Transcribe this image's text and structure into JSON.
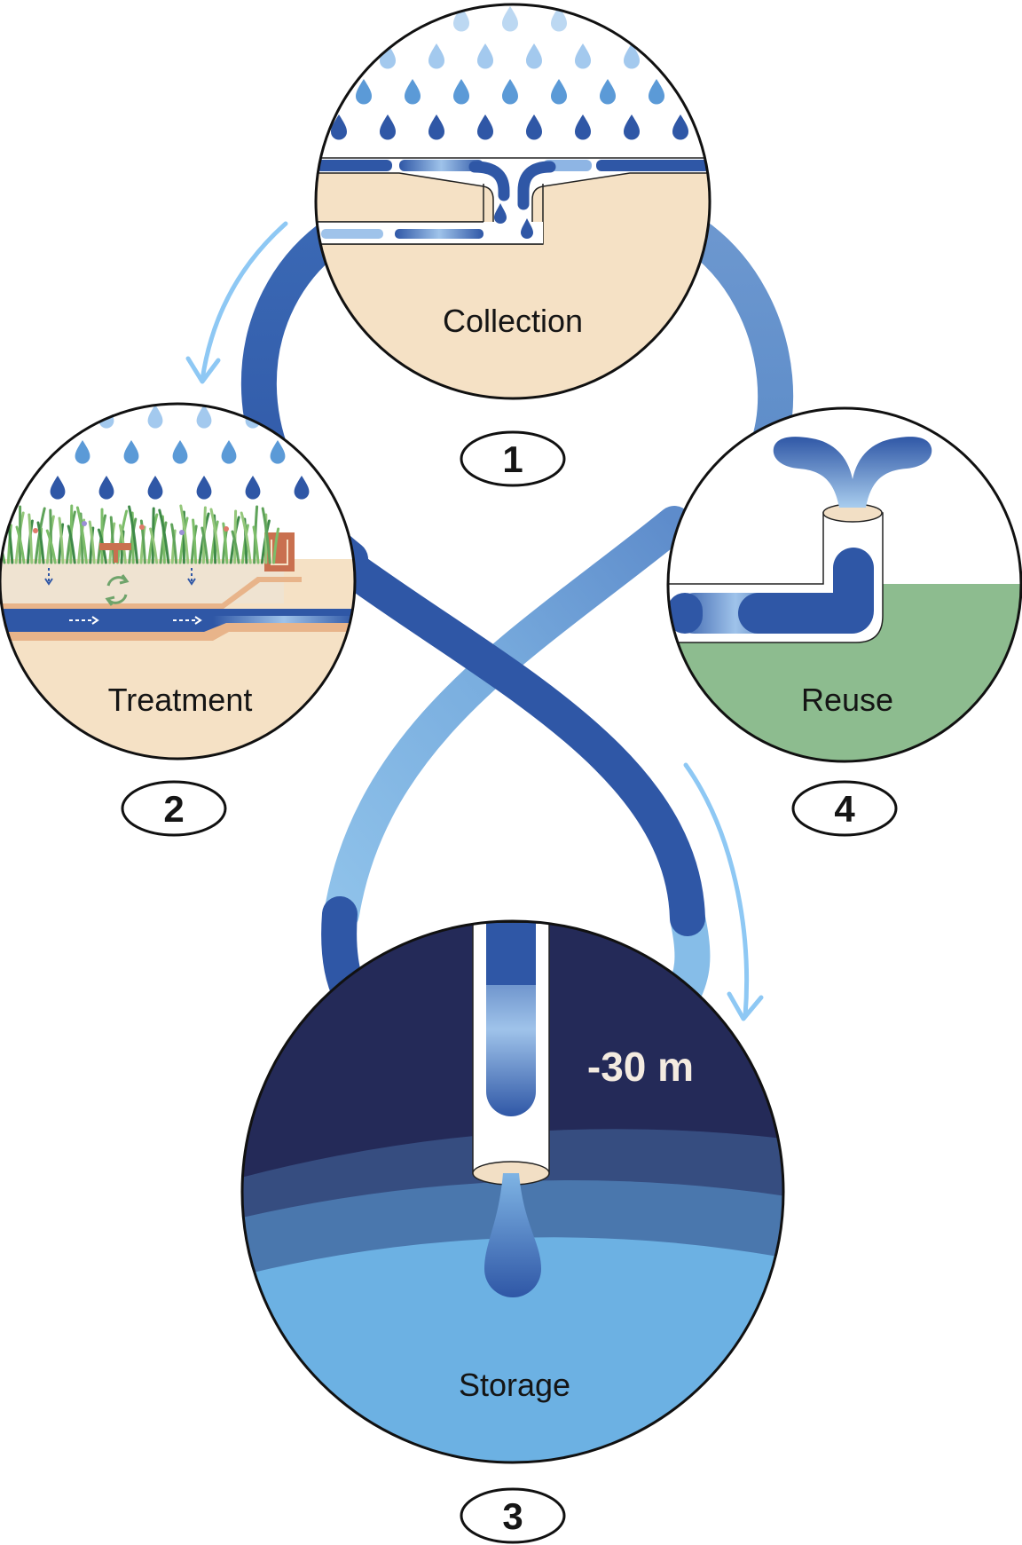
{
  "stages": [
    {
      "number": "1",
      "label": "Collection"
    },
    {
      "number": "2",
      "label": "Treatment"
    },
    {
      "number": "3",
      "label": "Storage"
    },
    {
      "number": "4",
      "label": "Reuse"
    }
  ],
  "storage": {
    "depth_label": "-30 m"
  },
  "colors": {
    "dark_blue": "#2f57a6",
    "mid_blue": "#5b8bc8",
    "light_blue": "#8fbde6",
    "arrow_blue": "#8ec8f4",
    "sand": "#f5e1c5",
    "grass_green": "#8dbc8f",
    "deep_navy": "#242a58",
    "storage_light": "#6cb1e3",
    "outline": "#111111"
  }
}
